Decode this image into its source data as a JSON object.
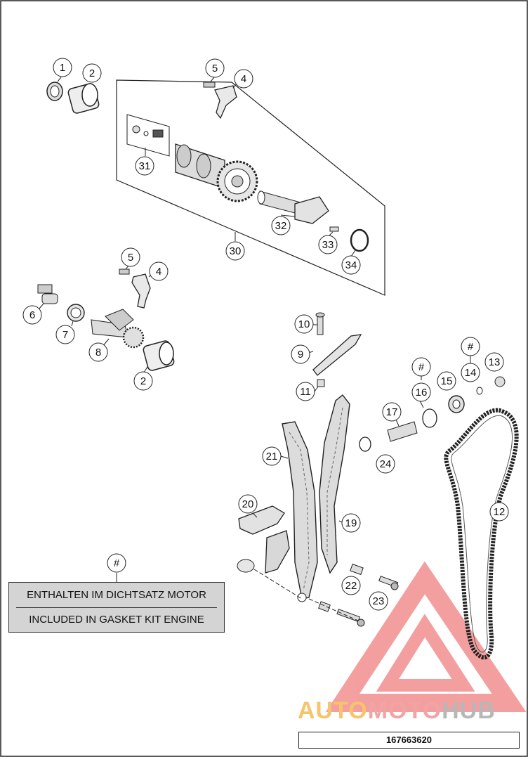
{
  "diagram": {
    "callouts": {
      "c1": "1",
      "c2a": "2",
      "c2b": "2",
      "c4a": "4",
      "c4b": "4",
      "c5a": "5",
      "c5b": "5",
      "c6": "6",
      "c7": "7",
      "c8": "8",
      "c9": "9",
      "c10": "10",
      "c11": "11",
      "c12": "12",
      "c13": "13",
      "c14": "14",
      "c14h": "#",
      "c15": "15",
      "c16": "16",
      "c16h": "#",
      "c17": "17",
      "c19": "19",
      "c20": "20",
      "c21": "21",
      "c22": "22",
      "c23": "23",
      "c24": "24",
      "c30": "30",
      "c31": "31",
      "c32": "32",
      "c33": "33",
      "c34": "34",
      "note_hash": "#"
    },
    "note": {
      "line_de": "ENTHALTEN IM DICHTSATZ MOTOR",
      "line_en": "INCLUDED IN GASKET KIT ENGINE"
    },
    "document_number": "167663620",
    "watermark": {
      "part1": "AUTO",
      "part2": "MOTO",
      "part3": "HUB",
      "colors": {
        "part1": "#f6c46b",
        "part2": "#f2a3a3",
        "part3": "#b7b7b7",
        "triangle": "#f08080"
      }
    }
  }
}
